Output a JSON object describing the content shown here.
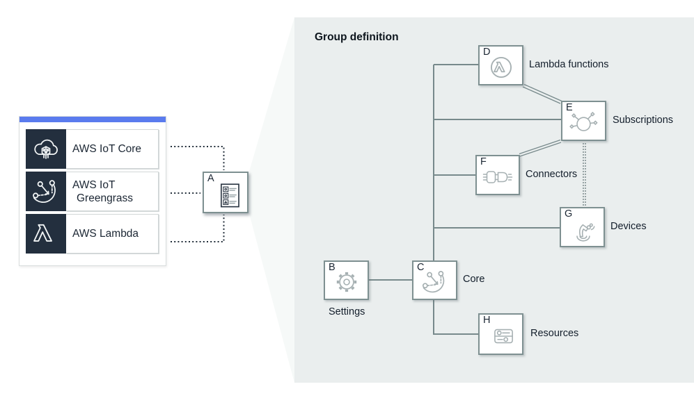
{
  "colors": {
    "accent_bar": "#5a7bee",
    "icon_tile_bg": "#232f3e",
    "panel_bg": "#eaeeee",
    "connector_line": "#77898b",
    "dotted_line": "#202c38",
    "node_border": "#7e9091",
    "text": "#1b2633"
  },
  "services": {
    "items": [
      {
        "name": "AWS IoT Core",
        "line1": "AWS IoT Core",
        "line2": "",
        "icon": "aws-iot-core-icon"
      },
      {
        "name": "AWS IoT Greengrass",
        "line1": "AWS IoT",
        "line2": "Greengrass",
        "icon": "aws-iot-greengrass-icon"
      },
      {
        "name": "AWS Lambda",
        "line1": "AWS Lambda",
        "line2": "",
        "icon": "aws-lambda-icon"
      }
    ]
  },
  "overview_node": {
    "letter": "A",
    "icon": "group-list-icon"
  },
  "group": {
    "title": "Group definition",
    "nodes": {
      "b": {
        "letter": "B",
        "label": "Settings",
        "icon": "gear-icon"
      },
      "c": {
        "letter": "C",
        "label": "Core",
        "icon": "greengrass-core-icon"
      },
      "d": {
        "letter": "D",
        "label": "Lambda functions",
        "icon": "lambda-circle-icon"
      },
      "e": {
        "letter": "E",
        "label": "Subscriptions",
        "icon": "hub-icon"
      },
      "f": {
        "letter": "F",
        "label": "Connectors",
        "icon": "plug-icon"
      },
      "g": {
        "letter": "G",
        "label": "Devices",
        "icon": "robot-arm-icon"
      },
      "h": {
        "letter": "H",
        "label": "Resources",
        "icon": "sliders-icon"
      }
    }
  }
}
